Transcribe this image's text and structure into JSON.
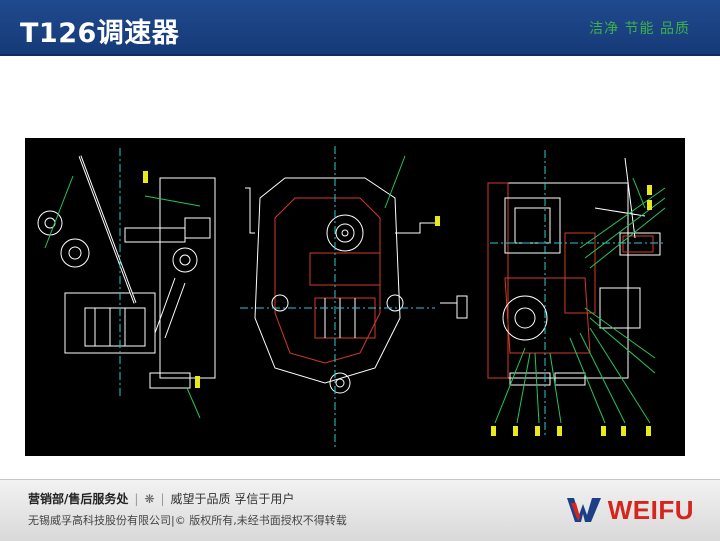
{
  "header": {
    "title": "T126调速器",
    "tagline": "洁净 节能 品质"
  },
  "drawing": {
    "icon": "cad-drawing-governor",
    "colors": {
      "background": "#000000",
      "outline": "#ffffff",
      "accent_red": "#d43a2a",
      "leader": "#22c55e",
      "marker": "#e8e81a",
      "centerline": "#29c7d6"
    }
  },
  "footer": {
    "department": "营销部/售后服务处",
    "divider1": "|",
    "emblem": "❋",
    "divider2": "|",
    "slogan": "威望于品质 孚信于用户",
    "company": "无锡威孚高科技股份有限公司",
    "copyright": "|© 版权所有,未经书面授权不得转载"
  },
  "logo": {
    "icon": "weifu-emblem-icon",
    "brand": "WEIFU",
    "colors": {
      "emblem_blue": "#1e3f86",
      "brand_red": "#d6251c"
    }
  }
}
